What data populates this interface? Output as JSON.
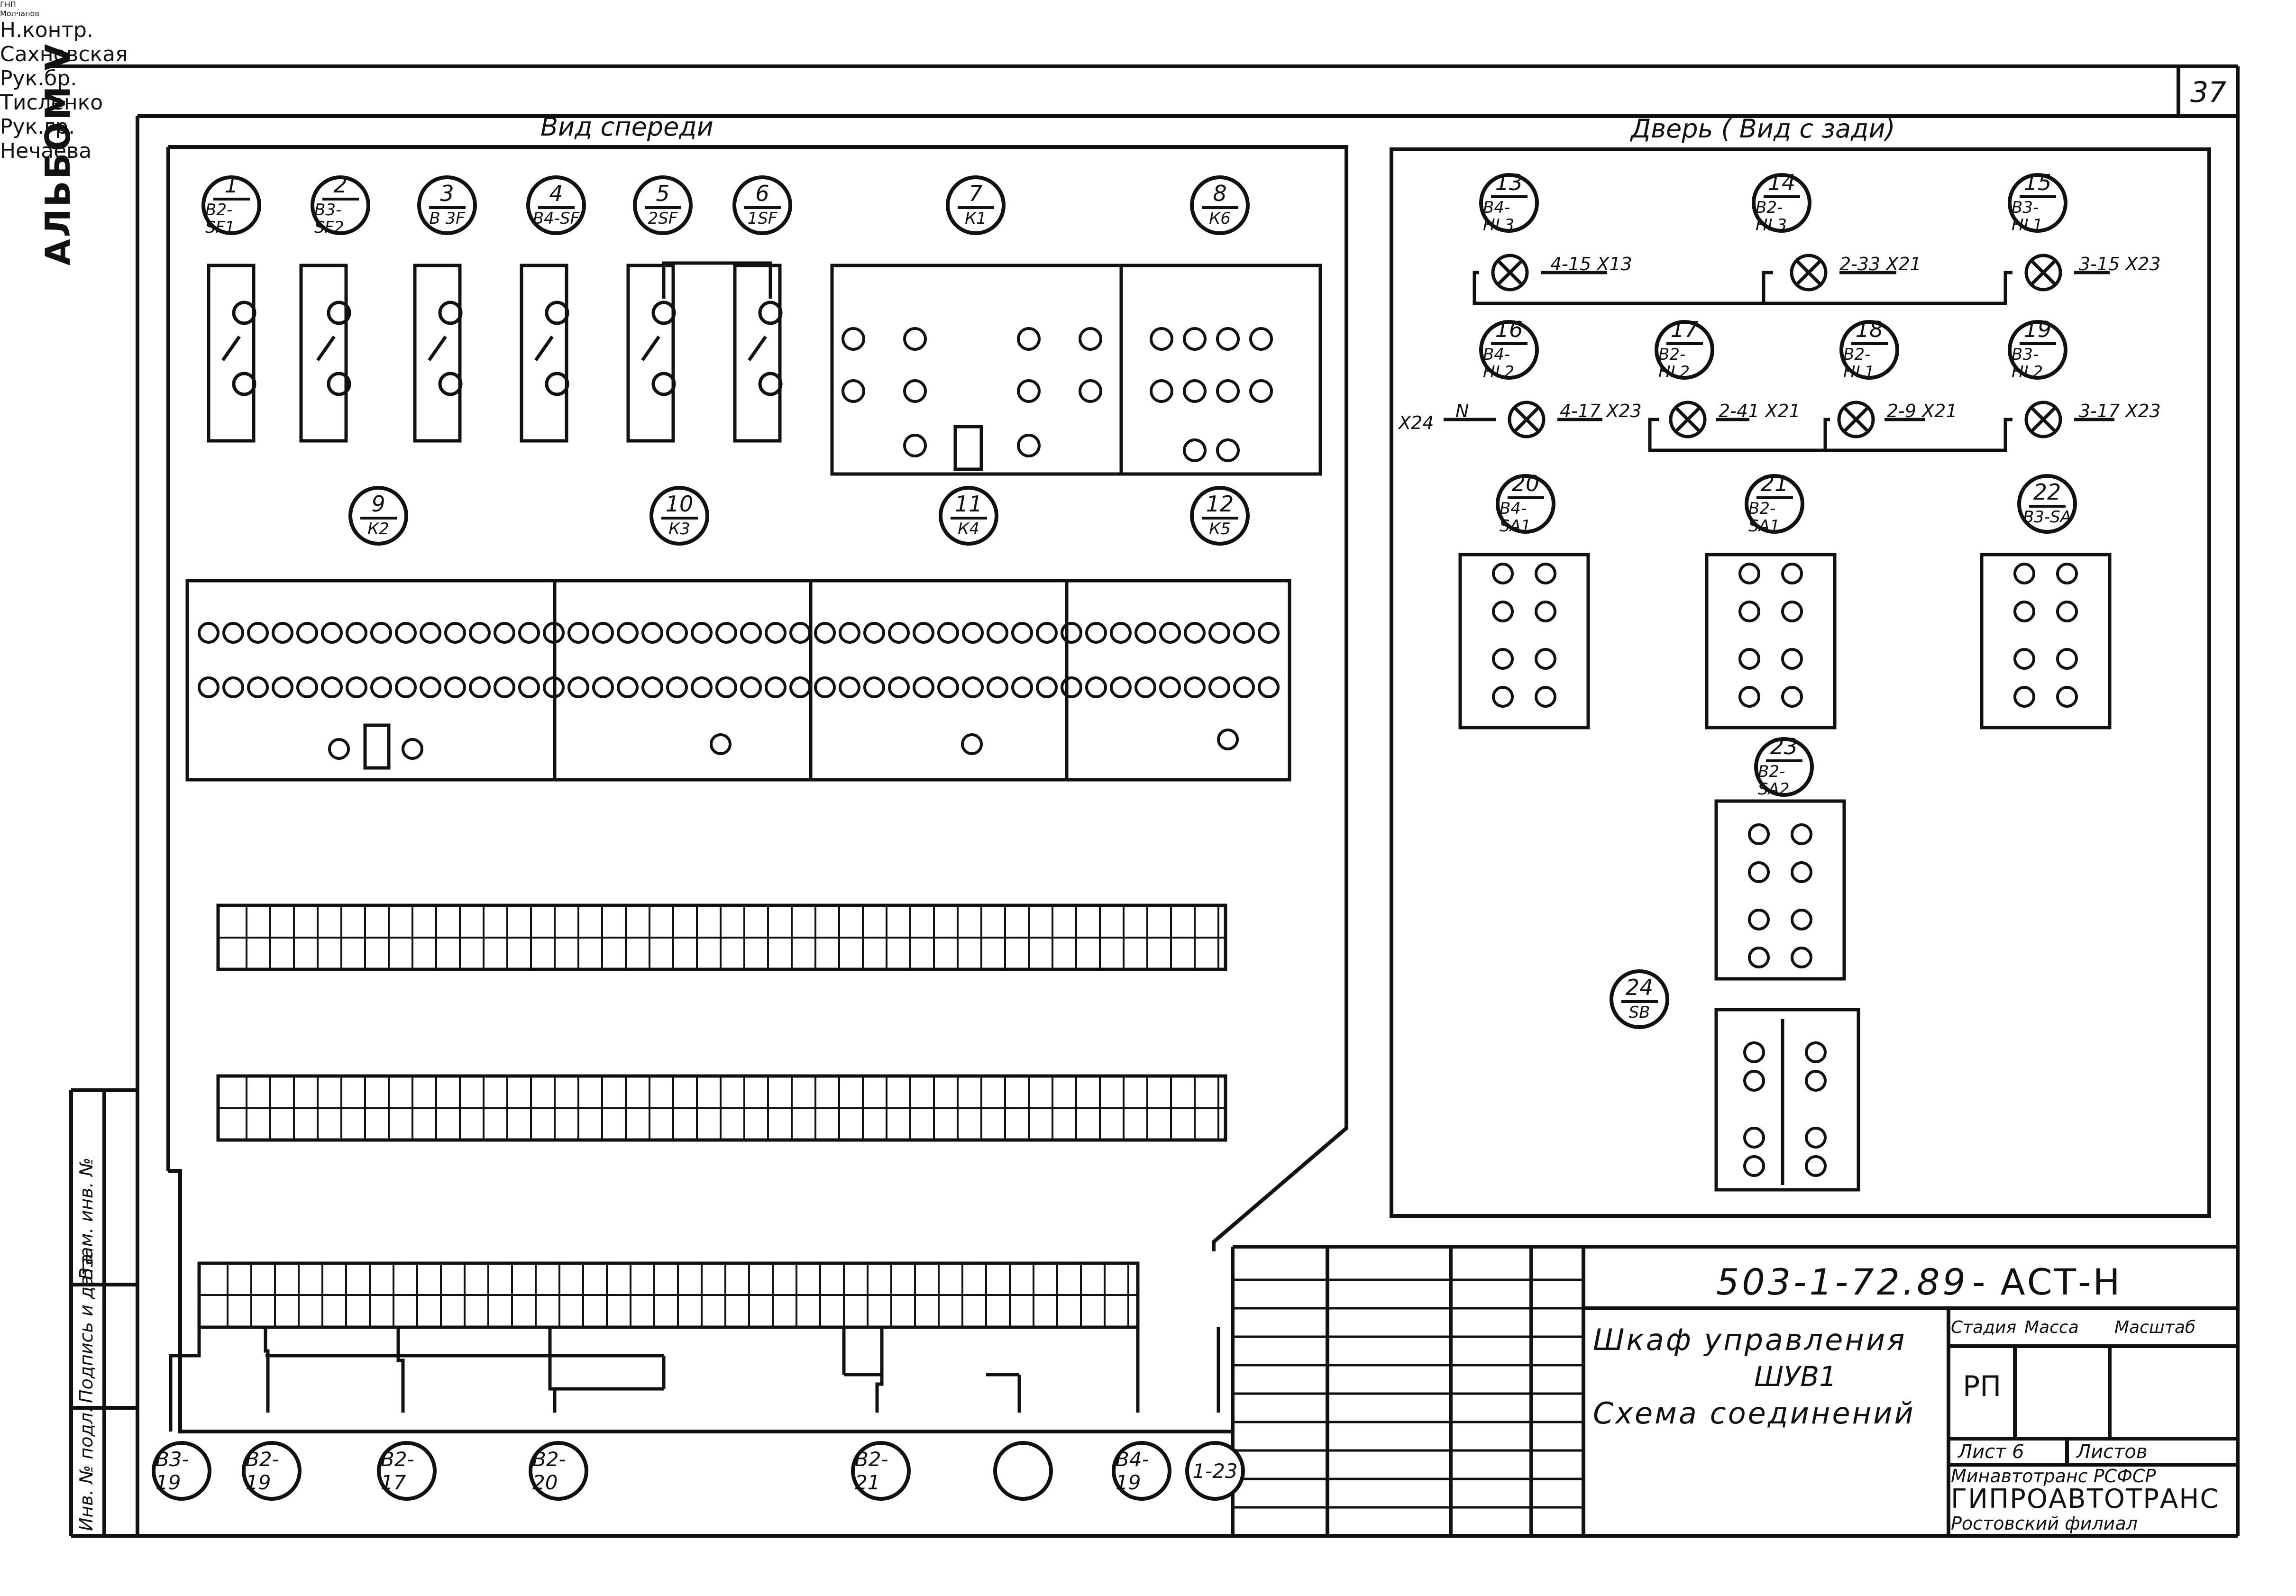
{
  "sheet": {
    "sheet_number": "37",
    "album": "АЛЬБОМ V",
    "side_labels": [
      "Инв. № подл.",
      "Подпись и дата",
      "Взам. инв. №"
    ]
  },
  "views": {
    "front_title": "Вид спереди",
    "door_title": "Дверь ( Вид с зади)"
  },
  "front_devices": [
    {
      "num": "1",
      "code": "В2-SF1"
    },
    {
      "num": "2",
      "code": "В3-SF2"
    },
    {
      "num": "3",
      "code": "В 3F"
    },
    {
      "num": "4",
      "code": "В4-SF"
    },
    {
      "num": "5",
      "code": "2SF"
    },
    {
      "num": "6",
      "code": "1SF"
    },
    {
      "num": "7",
      "code": "К1"
    },
    {
      "num": "8",
      "code": "К6"
    },
    {
      "num": "9",
      "code": "К2"
    },
    {
      "num": "10",
      "code": "К3"
    },
    {
      "num": "11",
      "code": "К4"
    },
    {
      "num": "12",
      "code": "К5"
    }
  ],
  "door_devices": [
    {
      "num": "13",
      "code": "В4-НL3"
    },
    {
      "num": "14",
      "code": "В2-НL3"
    },
    {
      "num": "15",
      "code": "В3-НL1"
    },
    {
      "num": "16",
      "code": "В4-НL2"
    },
    {
      "num": "17",
      "code": "В2-НL2"
    },
    {
      "num": "18",
      "code": "В2-НL1"
    },
    {
      "num": "19",
      "code": "В3-НL2"
    },
    {
      "num": "20",
      "code": "В4-SА1"
    },
    {
      "num": "21",
      "code": "В2-SА1"
    },
    {
      "num": "22",
      "code": "В3-SА"
    },
    {
      "num": "23",
      "code": "В2-SА2"
    },
    {
      "num": "24",
      "code": "SВ"
    }
  ],
  "door_wires": [
    "4-15 X13",
    "2-33 X21",
    "3-15 X23",
    "4-17 X23",
    "2-41 X21",
    "2-9 X21",
    "3-17 X23",
    "X24",
    "N"
  ],
  "bottom_connectors": [
    "В3-19",
    "В2-19",
    "В2-17",
    "В2-20",
    "В2-21",
    "",
    "В4-19",
    "1-23"
  ],
  "title_block": {
    "doc_code": "503-1-72.89",
    "doc_suffix": "- АСТ-Н",
    "title_line1": "Шкаф управления",
    "title_line2": "ШУВ1",
    "title_line3": "Схема соединений",
    "stage_header": "Стадия",
    "mass_header": "Масса",
    "scale_header": "Масштаб",
    "stage_value": "РП",
    "sheet_label": "Лист 6",
    "sheets_label": "Листов",
    "org_line1": "Минавтотранс РСФСР",
    "org_line2": "ГИПРОАВТОТРАНС",
    "org_line3": "Ростовский филиал",
    "roles": [
      {
        "role": "ГНП",
        "name": "Молчанов"
      },
      {
        "role": "Н.контр.",
        "name": "Сахновская"
      },
      {
        "role": "Рук.бр.",
        "name": "Тисленко"
      },
      {
        "role": "Рук.гр.",
        "name": "Нечаева"
      }
    ]
  }
}
